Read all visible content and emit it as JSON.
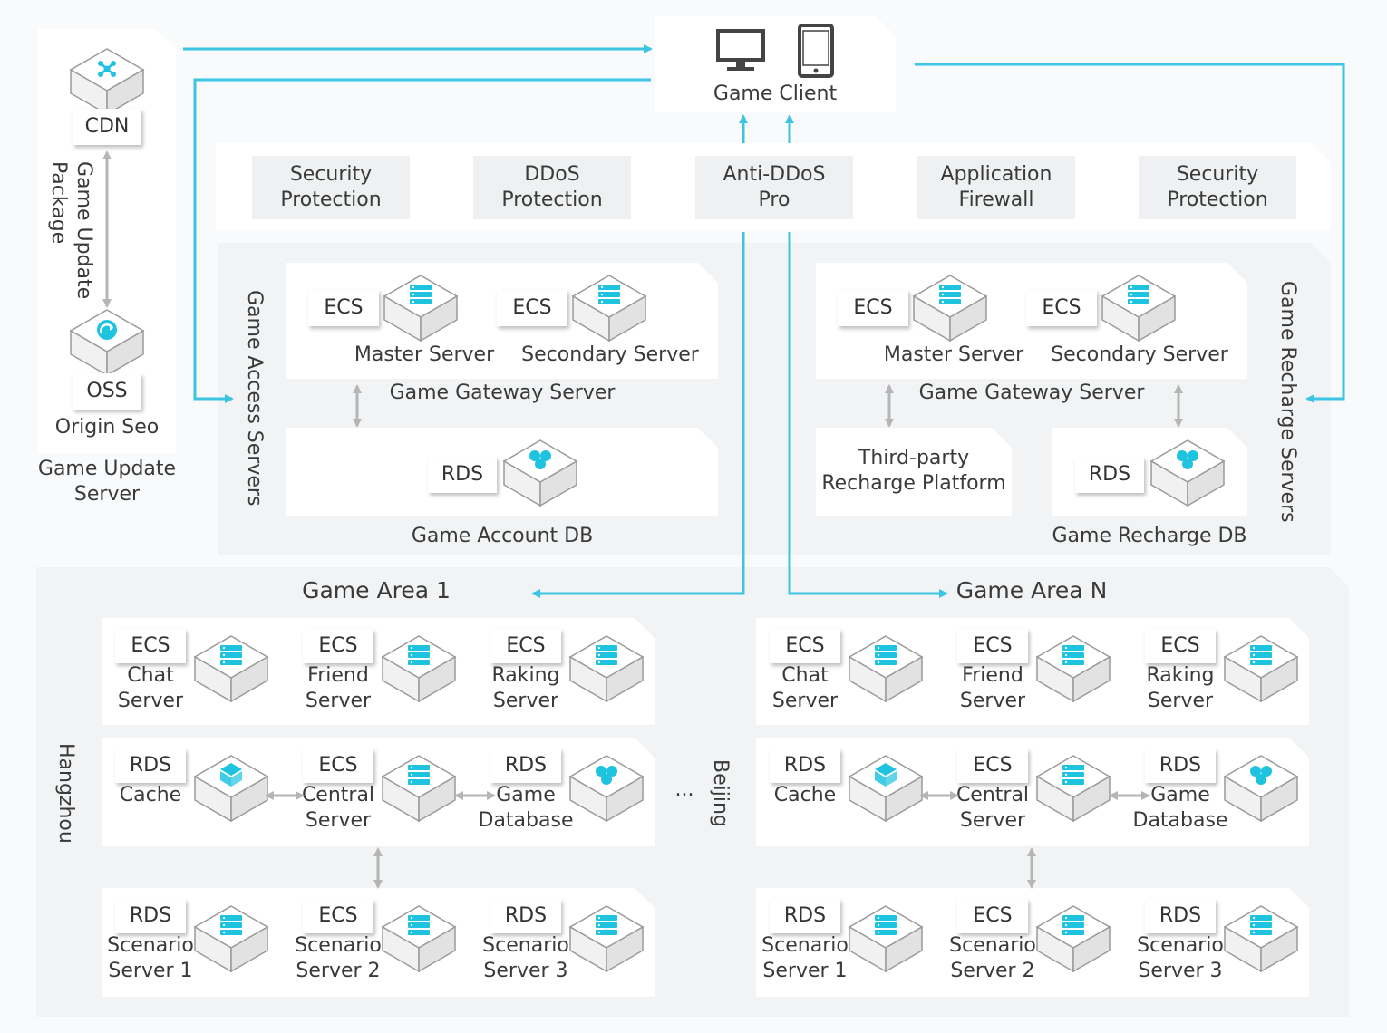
{
  "colors": {
    "accent": "#1ec3e0",
    "arrow": "#3cc4e2",
    "gray_arrow": "#b8b8b8"
  },
  "client": {
    "title": "Game Client",
    "icons": [
      "monitor-icon",
      "phone-icon"
    ]
  },
  "security_bar": {
    "items": [
      {
        "l1": "Security",
        "l2": "Protection"
      },
      {
        "l1": "DDoS",
        "l2": "Protection"
      },
      {
        "l1": "Anti-DDoS",
        "l2": "Pro"
      },
      {
        "l1": "Application",
        "l2": "Firewall"
      },
      {
        "l1": "Security",
        "l2": "Protection"
      }
    ]
  },
  "update": {
    "cdn": "CDN",
    "oss": "OSS",
    "origin": "Origin Seo",
    "package_l1": "Game Update",
    "package_l2": "Package",
    "server_l1": "Game Update",
    "server_l2": "Server"
  },
  "access": {
    "side": "Game  Access Servers",
    "ecs": "ECS",
    "master": "Master Server",
    "secondary": "Secondary Server",
    "gateway": "Game Gateway Server",
    "rds": "RDS",
    "db": "Game Account DB"
  },
  "recharge": {
    "side": "Game  Recharge Servers",
    "ecs": "ECS",
    "master": "Master Server",
    "secondary": "Secondary Server",
    "gateway": "Game Gateway Server",
    "third_l1": "Third-party",
    "third_l2": "Recharge Platform",
    "rds": "RDS",
    "db": "Game  Recharge DB"
  },
  "areas": {
    "area1": "Game Area 1",
    "areaN": "Game Area N",
    "city1": "Hangzhou",
    "city2": "Beijing",
    "ellipsis": "...",
    "row1": [
      {
        "tag": "ECS",
        "l1": "Chat",
        "l2": "Server"
      },
      {
        "tag": "ECS",
        "l1": "Friend",
        "l2": "Server"
      },
      {
        "tag": "ECS",
        "l1": "Raking",
        "l2": "Server"
      }
    ],
    "row2": [
      {
        "tag": "RDS",
        "l1": "Cache",
        "l2": ""
      },
      {
        "tag": "ECS",
        "l1": "Central",
        "l2": "Server"
      },
      {
        "tag": "RDS",
        "l1": "Game",
        "l2": "Database"
      }
    ],
    "row3": [
      {
        "tag": "RDS",
        "l1": "Scenario",
        "l2": "Server 1"
      },
      {
        "tag": "ECS",
        "l1": "Scenario",
        "l2": "Server 2"
      },
      {
        "tag": "RDS",
        "l1": "Scenario",
        "l2": "Server 3"
      }
    ]
  }
}
